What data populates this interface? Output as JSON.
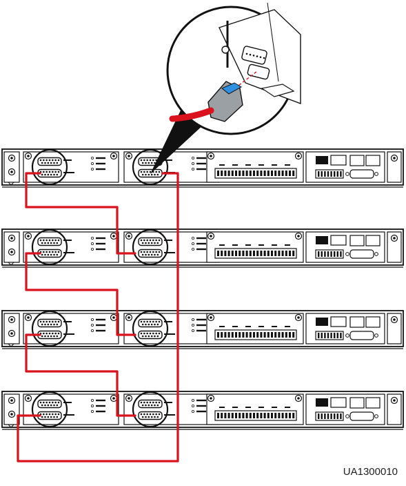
{
  "figure": {
    "id_label": "UA1300010"
  },
  "colors": {
    "cable": "#d9121d",
    "panel_stroke": "#111111",
    "panel_fill": "#ffffff",
    "callout_fill": "#111111",
    "plug_body": "#9aa0a4",
    "plug_latch": "#2f8fe0"
  },
  "diagram": {
    "rack_units": 4,
    "parallel_ports_per_unit": 2,
    "cable_count": 4,
    "callout": "parallel-port-cable-insertion",
    "icons": [
      "rack-unit",
      "parallel-port",
      "parallel-cable",
      "callout-magnifier"
    ]
  }
}
